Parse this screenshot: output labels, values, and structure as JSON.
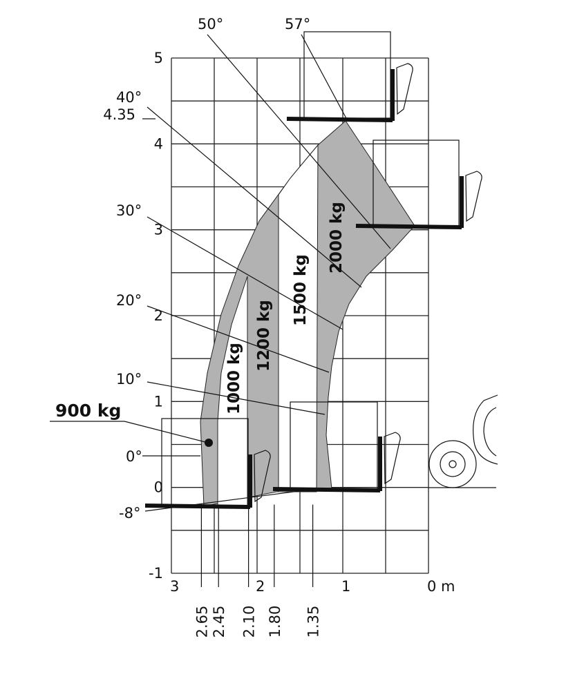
{
  "chart_data": {
    "type": "area",
    "title": "",
    "xlabel": "m",
    "ylabel": "",
    "xlim": [
      3,
      0
    ],
    "ylim": [
      -1,
      5
    ],
    "x_ticks": [
      "3",
      "2",
      "1",
      "0 m"
    ],
    "y_ticks": [
      "5",
      "4",
      "3",
      "2",
      "1",
      "0",
      "-1"
    ],
    "height_marks": [
      {
        "label": "4.35",
        "value": 4.35
      }
    ],
    "distance_marks": [
      {
        "label": "2.65",
        "value": 2.65
      },
      {
        "label": "2.45",
        "value": 2.45
      },
      {
        "label": "2.10",
        "value": 2.1
      },
      {
        "label": "1.80",
        "value": 1.8
      },
      {
        "label": "1.35",
        "value": 1.35
      }
    ],
    "boom_angles": [
      {
        "label": "57°",
        "value": 57
      },
      {
        "label": "50°",
        "value": 50
      },
      {
        "label": "40°",
        "value": 40
      },
      {
        "label": "30°",
        "value": 30
      },
      {
        "label": "20°",
        "value": 20
      },
      {
        "label": "10°",
        "value": 10
      },
      {
        "label": "0°",
        "value": 0
      },
      {
        "label": "-8°",
        "value": -8
      }
    ],
    "load_zones": [
      {
        "label": "900 kg",
        "load_kg": 900,
        "max_distance_m": 2.65
      },
      {
        "label": "1000 kg",
        "load_kg": 1000,
        "max_distance_m": 2.45
      },
      {
        "label": "1200 kg",
        "load_kg": 1200,
        "max_distance_m": 2.1
      },
      {
        "label": "1500 kg",
        "load_kg": 1500,
        "max_distance_m": 1.8
      },
      {
        "label": "2000 kg",
        "load_kg": 2000,
        "max_distance_m": 1.35
      }
    ],
    "max_height_m": 4.35,
    "grid": true,
    "legend": "none"
  }
}
